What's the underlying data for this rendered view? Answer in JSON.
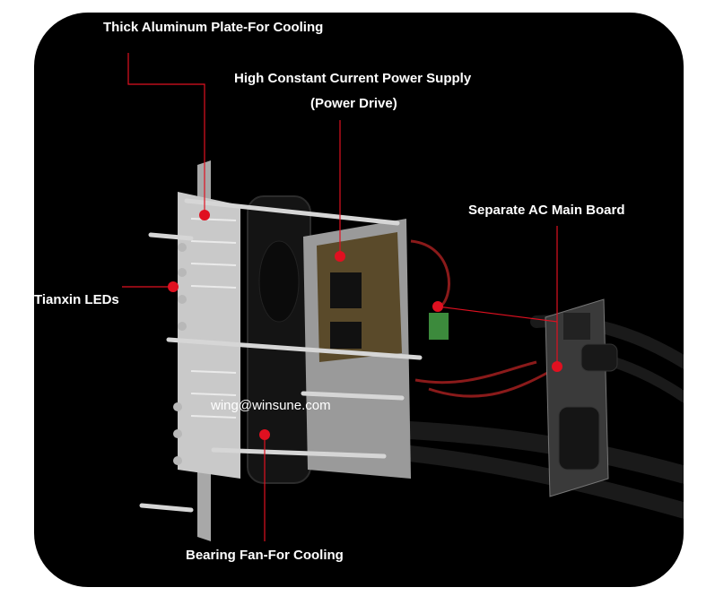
{
  "labels": {
    "aluminum_plate": "Thick Aluminum Plate-For Cooling",
    "power_supply_line1": "High Constant Current Power Supply",
    "power_supply_line2": "(Power Drive)",
    "ac_board": "Separate  AC Main Board",
    "leds": "Tianxin LEDs",
    "fan": "Bearing Fan-For Cooling"
  },
  "watermark": "wing@winsune.com",
  "colors": {
    "frame": "#000000",
    "callout": "#e01020",
    "text": "#ffffff"
  }
}
